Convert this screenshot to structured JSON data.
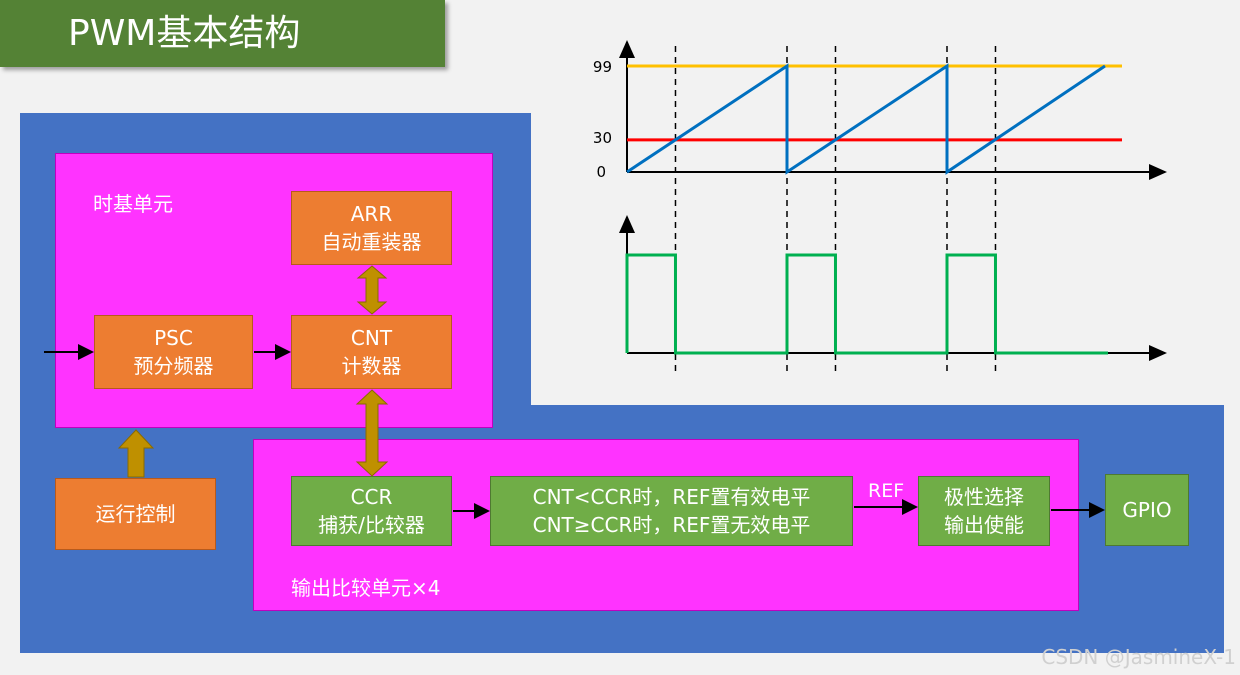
{
  "title": "PWM基本结构",
  "timebase": {
    "label": "时基单元",
    "arr": {
      "line1": "ARR",
      "line2": "自动重装器"
    },
    "psc": {
      "line1": "PSC",
      "line2": "预分频器"
    },
    "cnt": {
      "line1": "CNT",
      "line2": "计数器"
    }
  },
  "run_control": "运行控制",
  "output_compare": {
    "label": "输出比较单元×4",
    "ccr": {
      "line1": "CCR",
      "line2": "捕获/比较器"
    },
    "compare": {
      "line1": "CNT<CCR时，REF置有效电平",
      "line2": "CNT≥CCR时，REF置无效电平"
    },
    "ref_label": "REF",
    "polarity": {
      "line1": "极性选择",
      "line2": "输出使能"
    },
    "gpio": "GPIO"
  },
  "chart_data": {
    "type": "line",
    "yticks": [
      "99",
      "30",
      "0"
    ],
    "arr_value": 99,
    "ccr_value": 30,
    "colors": {
      "arr": "#ffc000",
      "ccr": "#ff0000",
      "cnt": "#0070c0",
      "pwm": "#00b050"
    }
  },
  "watermark": "CSDN @JasmineX-1"
}
